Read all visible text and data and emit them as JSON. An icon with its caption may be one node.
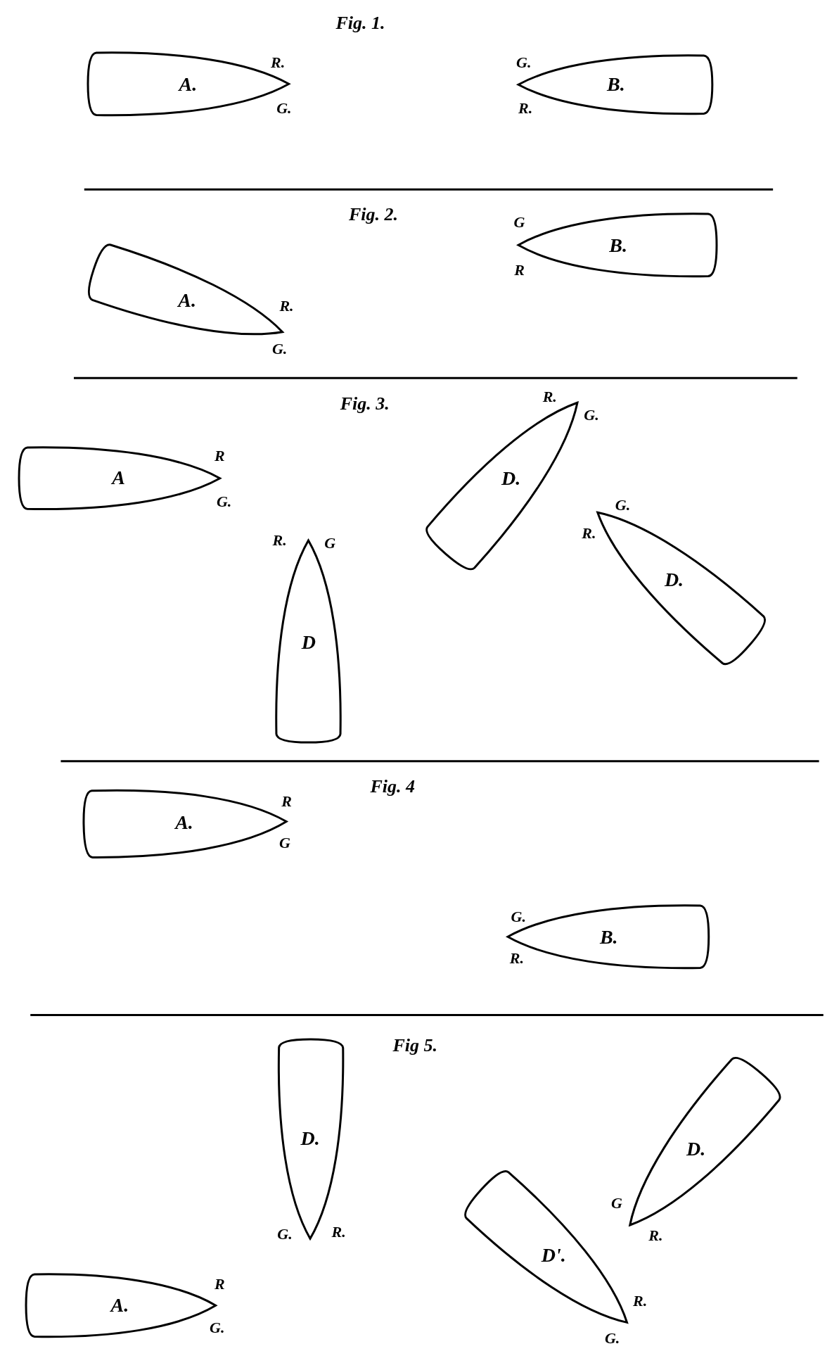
{
  "diagram": {
    "nodes": [
      {
        "text": [
          "A."
        ],
        "beside": [
          "R.",
          "G."
        ]
      },
      {
        "text": [
          "B."
        ],
        "beside": [
          "G.",
          "R."
        ]
      },
      {
        "text": [
          "A."
        ],
        "beside": [
          "R.",
          "G."
        ]
      },
      {
        "text": [
          "B."
        ],
        "beside": [
          "G",
          "R"
        ]
      },
      {
        "text": [
          "A"
        ],
        "beside": [
          "R",
          "G."
        ]
      },
      {
        "text": [
          "D."
        ],
        "beside": [
          "R.",
          "G."
        ]
      },
      {
        "text": [
          "D."
        ],
        "beside": [
          "G.",
          "R."
        ]
      },
      {
        "text": [
          "D"
        ],
        "beside": [
          "R.",
          "G"
        ]
      },
      {
        "text": [
          "A."
        ],
        "beside": [
          "R",
          "G"
        ]
      },
      {
        "text": [
          "B."
        ],
        "beside": [
          "G.",
          "R."
        ]
      },
      {
        "text": [
          "D."
        ],
        "beside": [
          "G.",
          "R."
        ]
      },
      {
        "text": [
          "D."
        ],
        "beside": [
          "G",
          "R."
        ]
      },
      {
        "text": [
          "D'."
        ],
        "beside": [
          "R.",
          "G."
        ]
      },
      {
        "text": [
          "A."
        ],
        "beside": [
          "R",
          "G."
        ]
      }
    ],
    "edges": [],
    "labels": [
      "Fig. 1.",
      "Fig. 2.",
      "Fig. 3.",
      "Fig. 4",
      "Fig 5."
    ]
  }
}
